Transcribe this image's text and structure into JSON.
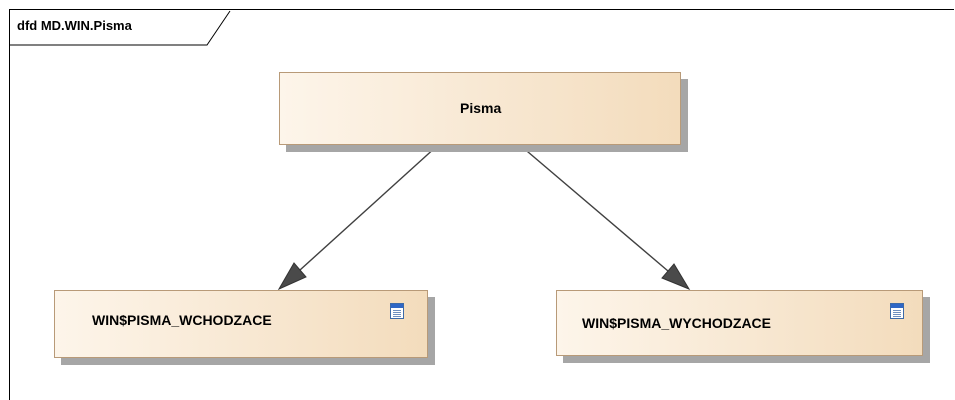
{
  "diagram": {
    "frame_title": "dfd MD.WIN.Pisma",
    "nodes": {
      "pisma": {
        "label": "Pisma"
      },
      "wchodzace": {
        "label": "WIN$PISMA_WCHODZACE",
        "icon": "table-icon"
      },
      "wychodzace": {
        "label": "WIN$PISMA_WYCHODZACE",
        "icon": "table-icon"
      }
    },
    "edges": [
      {
        "from": "pisma",
        "to": "wchodzace"
      },
      {
        "from": "pisma",
        "to": "wychodzace"
      }
    ],
    "colors": {
      "node_fill_light": "#fdf5ea",
      "node_fill_dark": "#f3dcbc",
      "node_border": "#b89a78",
      "shadow": "#a6a6a6",
      "arrow": "#404040"
    }
  }
}
